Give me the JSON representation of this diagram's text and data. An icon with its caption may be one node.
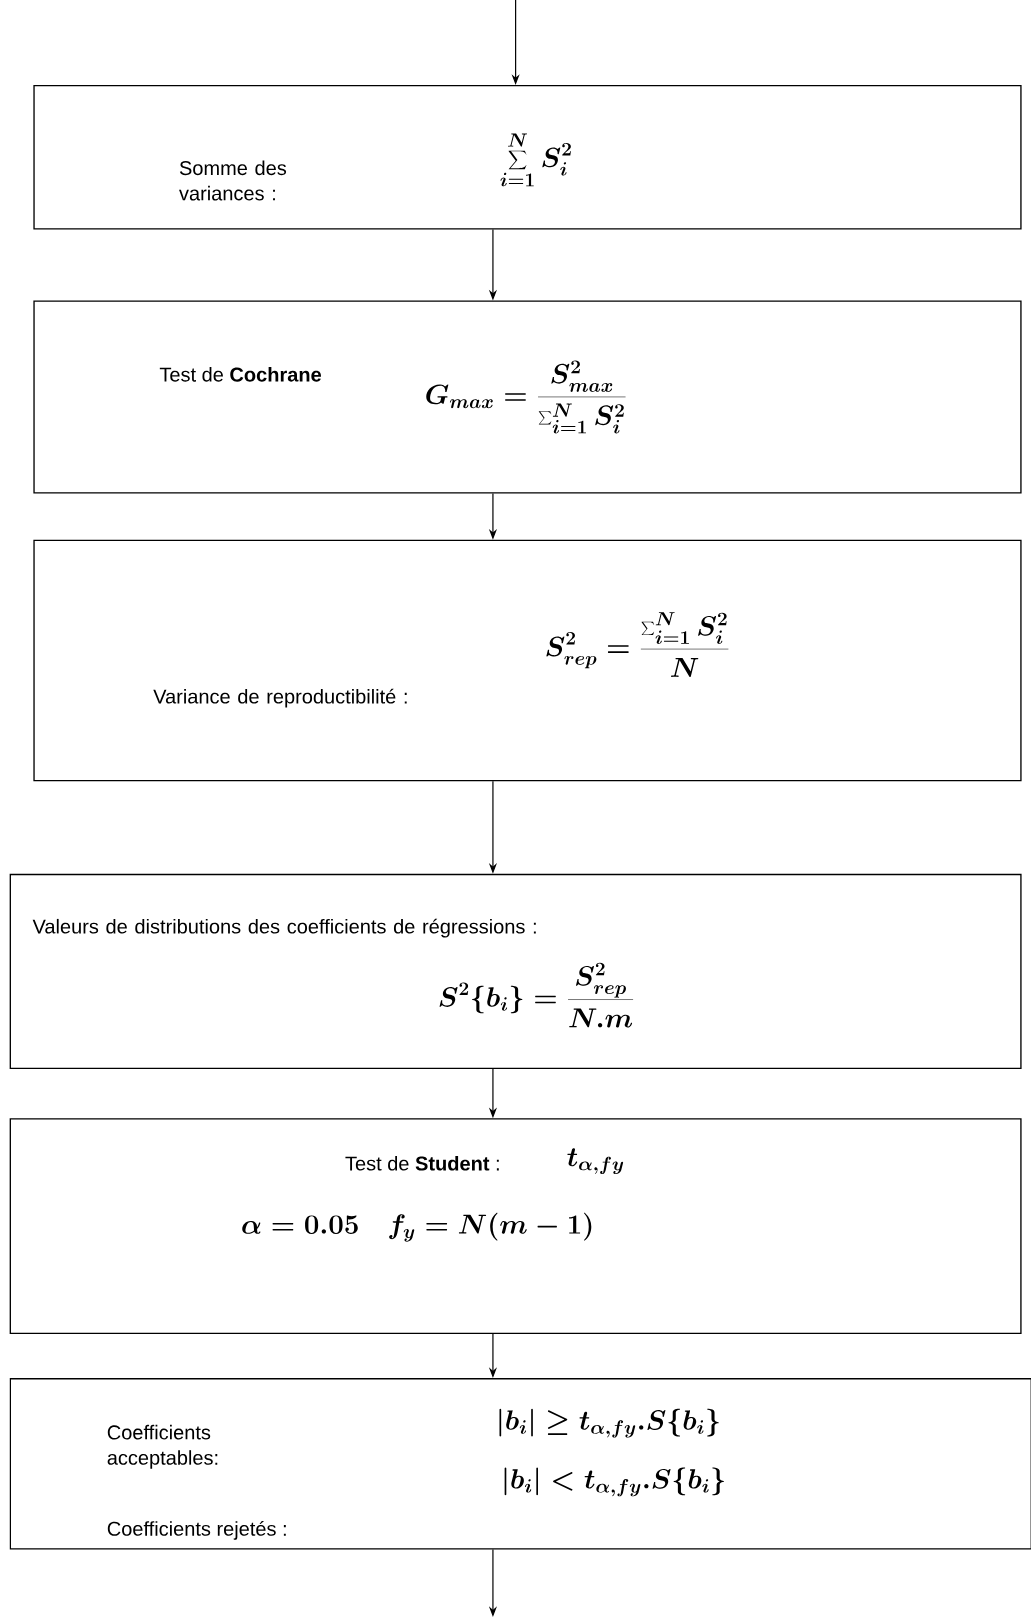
{
  "diagram": {
    "nodes": [
      {
        "text": [
          "Somme des variances :",
          "\\sum_{i=1}^{N} S_i^2"
        ]
      },
      {
        "text": [
          "Test de **Cochrane**",
          "G_{max} = \\frac{S_{max}^2}{\\sum_{i=1}^{N} S_i^2}"
        ]
      },
      {
        "text": [
          "Variance de reproductibilité :",
          "S_{rep}^2 = \\frac{\\sum_{i=1}^{N} S_i^2}{N}"
        ]
      },
      {
        "text": [
          "Valeurs de distributions des coefficients de régressions :",
          "S^2\\{b_i\\} = \\frac{S_{rep}^2}{N.m}"
        ]
      },
      {
        "text": [
          "Test de **Student** :",
          "t_{\\alpha,fy}",
          "\\alpha = 0.05 \\quad f_y = N(m-1)"
        ]
      },
      {
        "text": [
          "Coefficients acceptables:",
          "Coefficients rejetés :",
          "|b_i| \\geq t_{\\alpha,fy} . S\\{b_i\\}",
          "|b_i| < t_{\\alpha,fy} . S\\{b_i\\}"
        ]
      }
    ],
    "edges": [
      {
        "from": null,
        "to": 0,
        "arrow": "to"
      },
      {
        "from": 0,
        "to": 1,
        "arrow": "to"
      },
      {
        "from": 1,
        "to": 2,
        "arrow": "to"
      },
      {
        "from": 2,
        "to": 3,
        "arrow": "to"
      },
      {
        "from": 3,
        "to": 4,
        "arrow": "to"
      },
      {
        "from": 4,
        "to": 5,
        "arrow": "to"
      },
      {
        "from": 5,
        "to": null,
        "arrow": "to"
      }
    ]
  }
}
